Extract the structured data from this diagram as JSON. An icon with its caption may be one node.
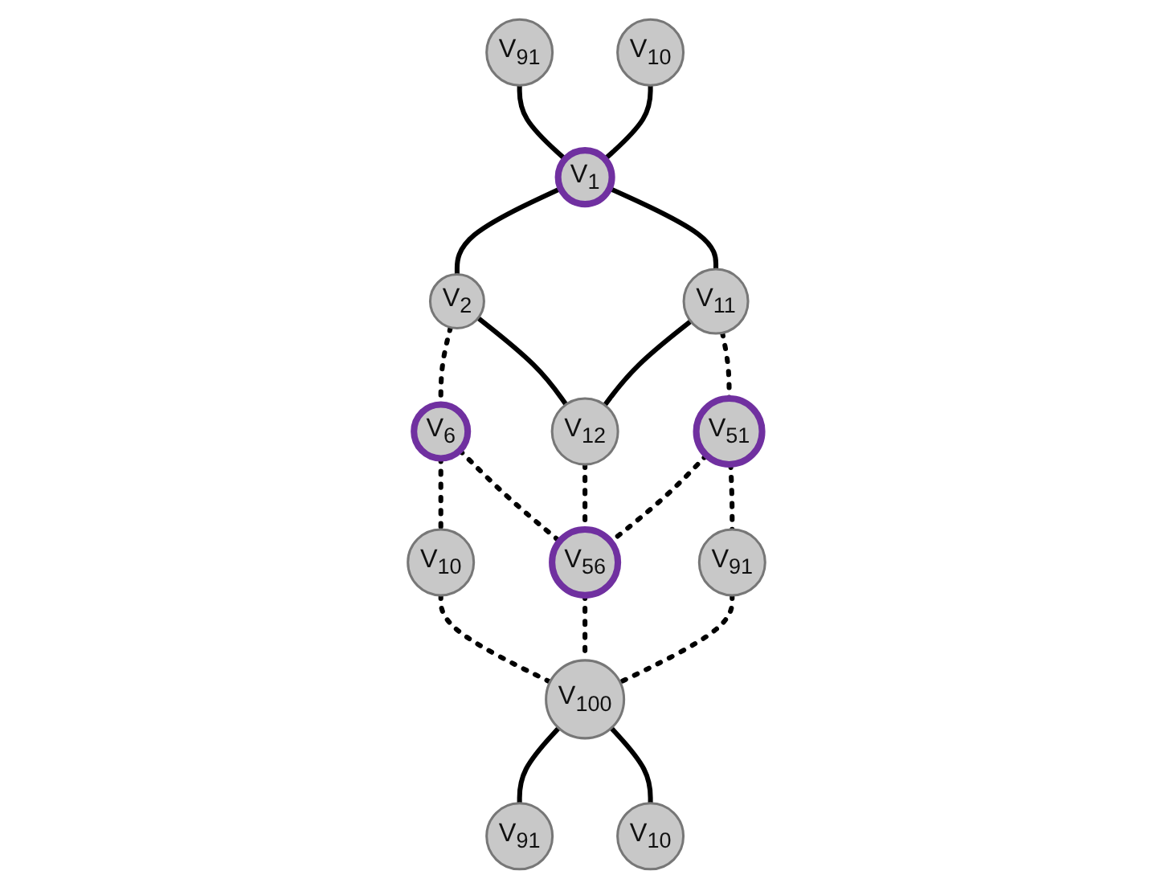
{
  "diagram": {
    "nodes": [
      {
        "text": [
          "V$_{91}$"
        ]
      },
      {
        "text": [
          "V$_{10}$"
        ]
      },
      {
        "text": [
          "V$_{1}$"
        ]
      },
      {
        "text": [
          "V$_{2}$"
        ]
      },
      {
        "text": [
          "V$_{6}$"
        ]
      },
      {
        "text": [
          "V$_{10}$"
        ]
      },
      {
        "text": [
          "V$_{11}$"
        ]
      },
      {
        "text": [
          "V$_{12}$"
        ]
      },
      {
        "text": [
          "V$_{51}$"
        ]
      },
      {
        "text": [
          "V$_{56}$"
        ]
      },
      {
        "text": [
          "V$_{91}$"
        ]
      },
      {
        "text": [
          "V$_{100}$"
        ]
      },
      {
        "text": [
          "V$_{91}$"
        ]
      },
      {
        "text": [
          "V$_{10}$"
        ]
      }
    ],
    "edges": [
      {
        "from": 0,
        "to": 2,
        "arrow": "none"
      },
      {
        "from": 1,
        "to": 2,
        "arrow": "none"
      },
      {
        "from": 2,
        "to": 3,
        "arrow": "none"
      },
      {
        "from": 3,
        "to": 4,
        "arrow": "none",
        "style": "dashed"
      },
      {
        "from": 4,
        "to": 5,
        "arrow": "none",
        "style": "dashed"
      },
      {
        "from": 2,
        "to": 6,
        "arrow": "none"
      },
      {
        "from": 3,
        "to": 7,
        "arrow": "none"
      },
      {
        "from": 6,
        "to": 7,
        "arrow": "none"
      },
      {
        "from": 4,
        "to": 9,
        "arrow": "none",
        "style": "dashed"
      },
      {
        "from": 7,
        "to": 9,
        "arrow": "none",
        "style": "dashed"
      },
      {
        "from": 6,
        "to": 8,
        "arrow": "none",
        "style": "dashed"
      },
      {
        "from": 8,
        "to": 9,
        "arrow": "none",
        "style": "dashed"
      },
      {
        "from": 5,
        "to": 11,
        "arrow": "none",
        "style": "dashed"
      },
      {
        "from": 8,
        "to": 10,
        "arrow": "none",
        "style": "dashed"
      },
      {
        "from": 9,
        "to": 11,
        "arrow": "none",
        "style": "dashed"
      },
      {
        "from": 10,
        "to": 11,
        "arrow": "none",
        "style": "dashed"
      },
      {
        "from": 11,
        "to": 12,
        "arrow": "none"
      },
      {
        "from": 11,
        "to": 13,
        "arrow": "none"
      }
    ]
  }
}
